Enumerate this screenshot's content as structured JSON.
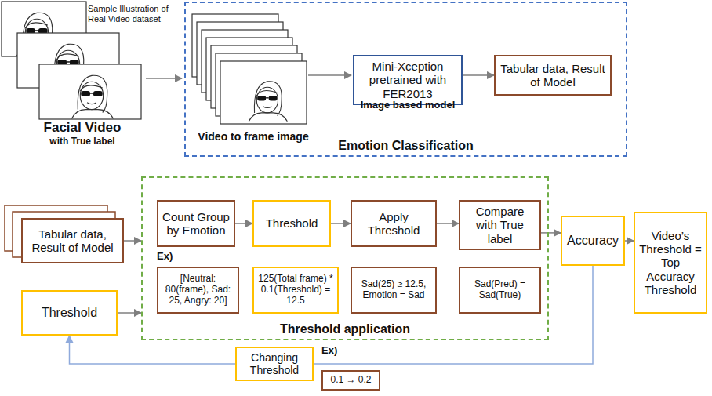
{
  "diagram": {
    "nodes": [
      {
        "text": [
          "Emotion Classification"
        ]
      },
      {
        "text": [
          "Mini-Xception pretrained with FER2013"
        ],
        "in": 0
      },
      {
        "text": [
          "Tabular data, Result of Model"
        ],
        "in": 0
      },
      {
        "text": [
          "Tabular data, Result of Model"
        ]
      },
      {
        "text": [
          "Threshold application"
        ]
      },
      {
        "text": [
          "Count Group by Emotion"
        ],
        "in": 4
      },
      {
        "text": [
          "Threshold"
        ],
        "in": 4
      },
      {
        "text": [
          "Apply Threshold"
        ],
        "in": 4
      },
      {
        "text": [
          "Compare with True label"
        ],
        "in": 4
      },
      {
        "text": [
          "[Neutral: 80(frame), Sad: 25, Angry: 20]"
        ],
        "in": 4
      },
      {
        "text": [
          "125(Total frame) * 0.1(Threshold) = 12.5"
        ],
        "in": 4
      },
      {
        "text": [
          "Sad(25) ≥ 12.5, Emotion = Sad"
        ],
        "in": 4
      },
      {
        "text": [
          "Sad(Pred) = Sad(True)"
        ],
        "in": 4
      },
      {
        "text": [
          "Threshold"
        ]
      },
      {
        "text": [
          "Accuracy"
        ]
      },
      {
        "text": [
          "Video’s Threshold = Top Accuracy Threshold"
        ]
      },
      {
        "text": [
          "Changing Threshold"
        ]
      },
      {
        "text": [
          "0.1 → 0.2"
        ]
      }
    ],
    "edges": [
      {
        "from": 1,
        "to": 2,
        "arrow": "to"
      },
      {
        "from": 3,
        "to": 4,
        "arrow": "to"
      },
      {
        "from": 13,
        "to": 4,
        "arrow": "to"
      },
      {
        "from": 5,
        "to": 6,
        "arrow": "to"
      },
      {
        "from": 6,
        "to": 7,
        "arrow": "to"
      },
      {
        "from": 7,
        "to": 8,
        "arrow": "to"
      },
      {
        "from": 8,
        "to": 14,
        "arrow": "to"
      },
      {
        "from": 14,
        "to": 15,
        "arrow": "to"
      },
      {
        "from": 14,
        "to": 16,
        "arrow": "none"
      },
      {
        "from": 16,
        "to": 13,
        "arrow": "to"
      }
    ],
    "labels": [
      "Sample Illustration of Real Video dataset",
      "Facial Video",
      "with True label",
      "Video to frame image",
      "Image based model",
      "Ex)",
      "Ex)"
    ]
  }
}
